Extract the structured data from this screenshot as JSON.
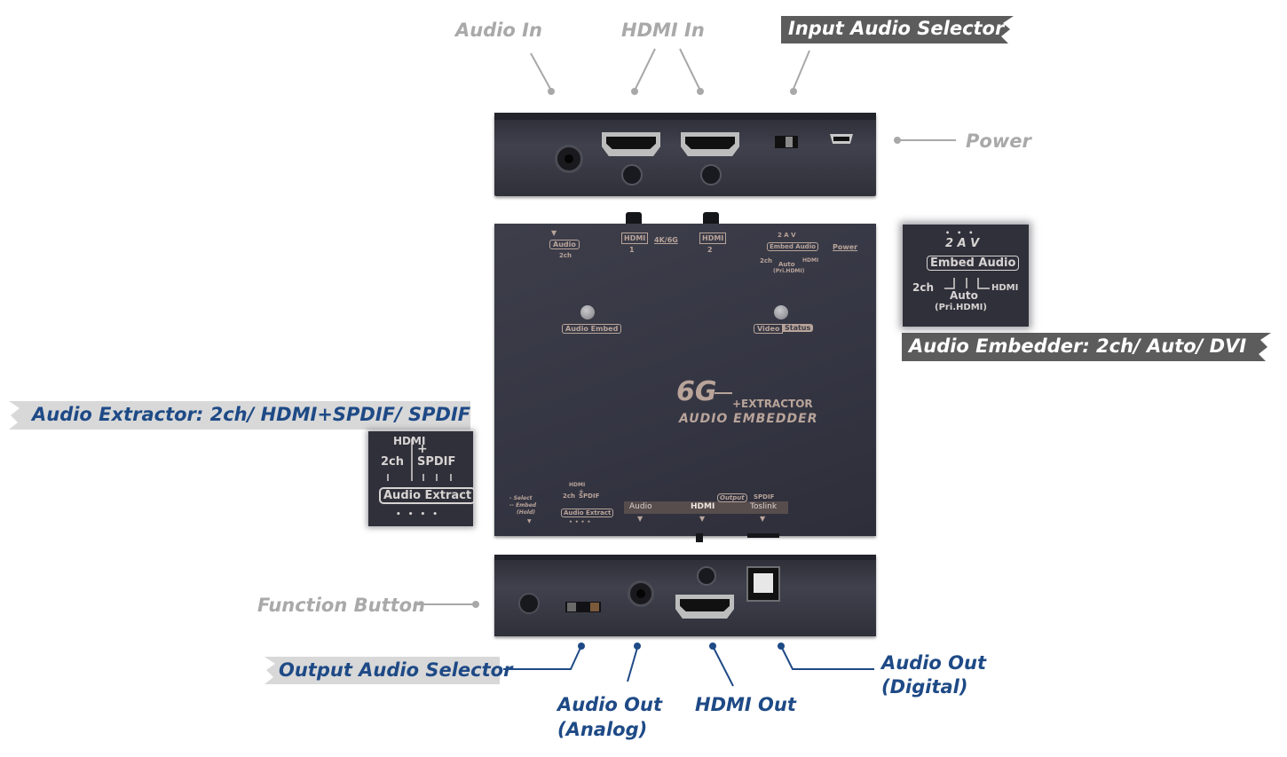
{
  "labels": {
    "audio_in": "Audio In",
    "hdmi_in": "HDMI In",
    "input_audio_selector": "Input Audio Selector",
    "power": "Power",
    "audio_embedder": "Audio Embedder: 2ch/ Auto/ DVI",
    "audio_extractor": "Audio Extractor: 2ch/ HDMI+SPDIF/ SPDIF",
    "function_button": "Function Button",
    "output_audio_selector": "Output Audio Selector",
    "audio_out_analog_1": "Audio Out",
    "audio_out_analog_2": "(Analog)",
    "hdmi_out": "HDMI Out",
    "audio_out_digital_1": "Audio Out",
    "audio_out_digital_2": "(Digital)"
  },
  "device_top": {
    "audio": "Audio",
    "audio_sub": "2ch",
    "hdmi1": "HDMI",
    "hdmi1_num": "1",
    "spec": "4K/6G",
    "hdmi2": "HDMI",
    "hdmi2_num": "2",
    "embed_leds": "2 A V",
    "embed_audio": "Embed Audio",
    "embed_2ch": "2ch",
    "embed_auto": "Auto",
    "embed_hdmi": "HDMI",
    "embed_pri": "(Pri.HDMI)",
    "power": "Power",
    "audio_embed_btn": "Audio Embed",
    "video": "Video",
    "status": "Status",
    "brand_6g": "6G",
    "brand_extractor": "+EXTRACTOR",
    "brand_embedder": "AUDIO EMBEDDER",
    "select_embed_1": "- Select",
    "select_embed_2": "-- Embed",
    "select_embed_3": "(Hold)",
    "extract_hdmi": "HDMI",
    "extract_plus": "+",
    "extract_2ch": "2ch",
    "extract_spdif": "SPDIF",
    "audio_extract": "Audio Extract",
    "out_audio": "Audio",
    "out_hdmi": "HDMI",
    "out_output": "Output",
    "out_spdif": "SPDIF",
    "out_toslink": "Toslink"
  },
  "zoom_embed": {
    "leds": "2 A V",
    "title": "Embed Audio",
    "left": "2ch",
    "center": "Auto",
    "right": "HDMI",
    "sub": "(Pri.HDMI)"
  },
  "zoom_extract": {
    "hdmi": "HDMI",
    "plus": "+",
    "left": "2ch",
    "right": "SPDIF",
    "title": "Audio Extract"
  },
  "colors": {
    "device": "#3a3b47",
    "label_blue": "#1e4a86",
    "label_grey": "#a9a9a9",
    "ribbon_dark": "#5c5c5c",
    "ribbon_light": "#d8d8d8",
    "print_copper": "#b9a49a"
  }
}
